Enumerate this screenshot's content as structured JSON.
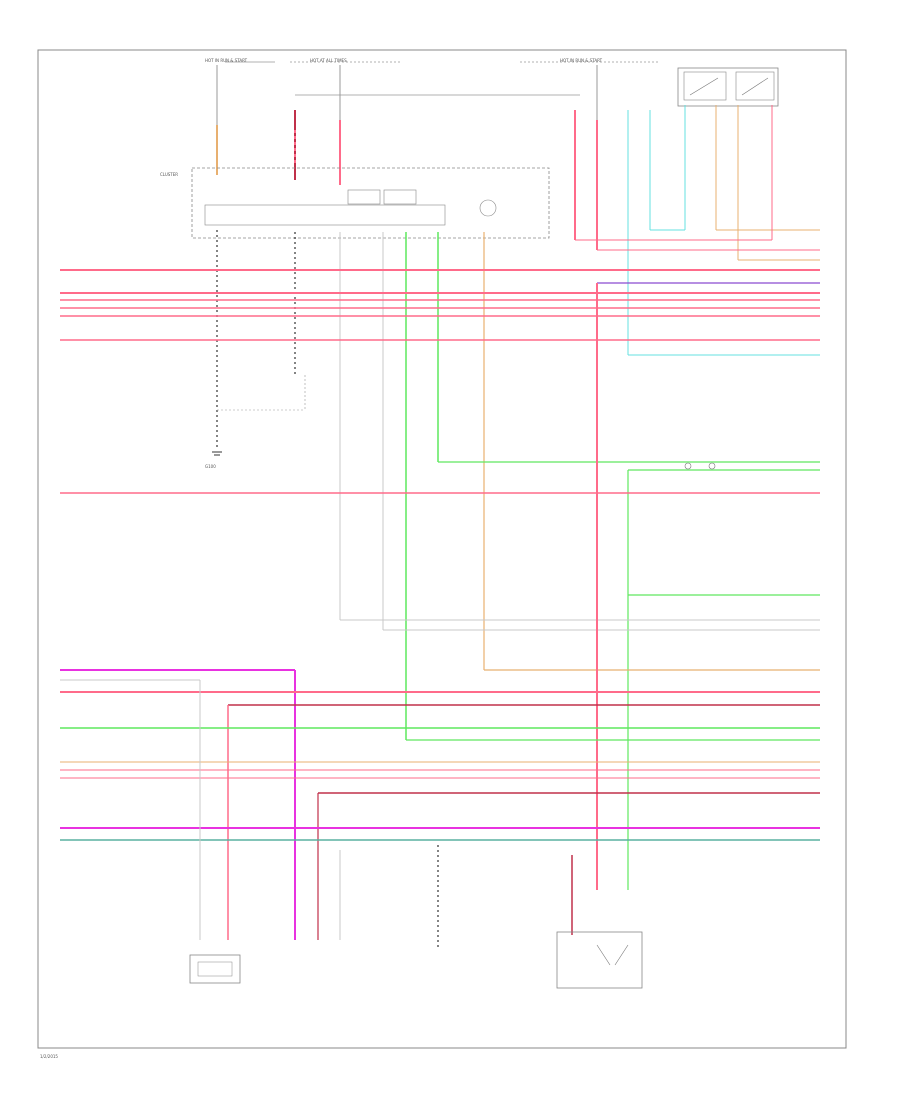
{
  "colors": {
    "pink": "#ff6b8a",
    "pink_light": "#ffb3c1",
    "red_dark": "#c0304a",
    "magenta": "#e832e0",
    "green": "#5fe85f",
    "cyan": "#66e0e0",
    "tan": "#e8b070",
    "gray": "#c8c8c8",
    "purple": "#8a4ad0",
    "teal": "#5ab0a0",
    "black": "#333333"
  },
  "labels": {
    "fuse_top_left": "HOT IN RUN & START",
    "fuse_top_mid": "HOT AT ALL TIMES",
    "fuse_top_right": "HOT IN RUN & START",
    "cluster": "CLUSTER",
    "ground": "G100",
    "page_ref": "1/2/2015"
  }
}
